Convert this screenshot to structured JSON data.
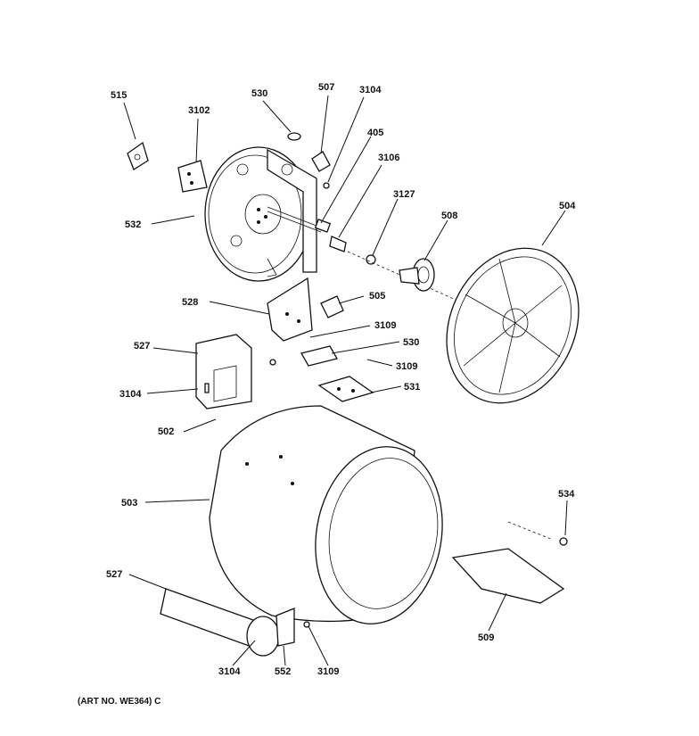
{
  "callouts": [
    "515",
    "530",
    "507",
    "3104",
    "3102",
    "405",
    "3106",
    "3127",
    "508",
    "504",
    "532",
    "528",
    "505",
    "3109",
    "527",
    "530",
    "3109",
    "3104",
    "531",
    "502",
    "503",
    "534",
    "527",
    "509",
    "3104",
    "552",
    "3109"
  ],
  "art_no": "(ART NO. WE364) C"
}
